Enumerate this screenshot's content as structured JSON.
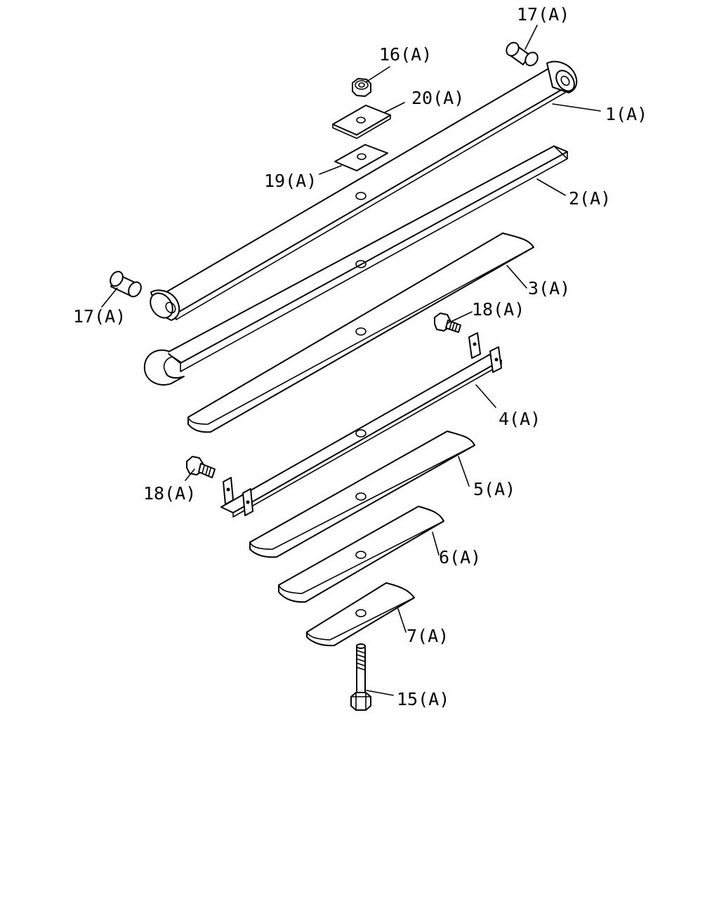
{
  "labels": {
    "p1": "1(A)",
    "p2": "2(A)",
    "p3": "3(A)",
    "p4": "4(A)",
    "p5": "5(A)",
    "p6": "6(A)",
    "p7": "7(A)",
    "p15": "15(A)",
    "p16": "16(A)",
    "p17_top": "17(A)",
    "p17_left": "17(A)",
    "p18_right": "18(A)",
    "p18_left": "18(A)",
    "p19": "19(A)",
    "p20": "20(A)"
  }
}
